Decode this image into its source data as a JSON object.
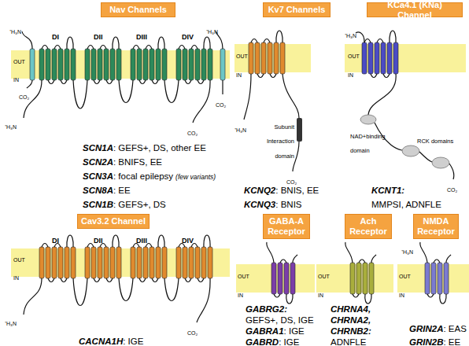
{
  "diagram": {
    "nodes": [
      {
        "text": [
          "Nav Channels"
        ]
      },
      {
        "text": [
          "Kv7 Channels"
        ]
      },
      {
        "text": [
          "KCa4.1 (KNa) Channel"
        ]
      },
      {
        "text": [
          "Cav3.2 Channel"
        ]
      },
      {
        "text": [
          "GABA-A Receptor"
        ]
      },
      {
        "text": [
          "Ach Receptor"
        ]
      },
      {
        "text": [
          "NMDA Receptor"
        ]
      }
    ],
    "labels": [
      "DI",
      "DII",
      "DIII",
      "DIV",
      "OUT",
      "IN",
      "⁺H₃N",
      "CO₂",
      "⁺H₃N",
      "CO₂",
      "⁺H₃N",
      "CO₂",
      "SCN1A",
      ": GEFS+, DS, other EE",
      "SCN2A",
      ": BNIFS, EE",
      "SCN3A",
      ": focal epilepsy",
      "(few variants)",
      "SCN8A",
      ": EE",
      "SCN1B",
      ": GEFS+, DS",
      "DI",
      "DII",
      "DIII",
      "DIV",
      "OUT",
      "IN",
      "⁺H₃N",
      "CO₂",
      "CACNA1H",
      ": IGE",
      "OUT",
      "IN",
      "⁺H₃N",
      "CO₂",
      "Subunit Interaction domain",
      "KCNQ2",
      ": BNIS, EE",
      "KCNQ3",
      ": BNIS",
      "OUT",
      "IN",
      "⁺H₃N",
      "NAD+binding domain",
      "RCK domains",
      "CO₂",
      "KCNT1:",
      "MMPSI, ADNFLE",
      "OUT",
      "IN",
      "GABRG2:",
      "GEFS+, DS, IGE",
      "GABRA1",
      ": IGE",
      "GABRD",
      ": IGE",
      "OUT",
      "IN",
      "CHRNA4,",
      "CHRNA2,",
      "CHRNB2:",
      "ADNFLE",
      "OUT",
      "IN",
      "⁺H₃N",
      "GRIN2A",
      ": EAS",
      "GRIN2B",
      ": EE"
    ]
  }
}
